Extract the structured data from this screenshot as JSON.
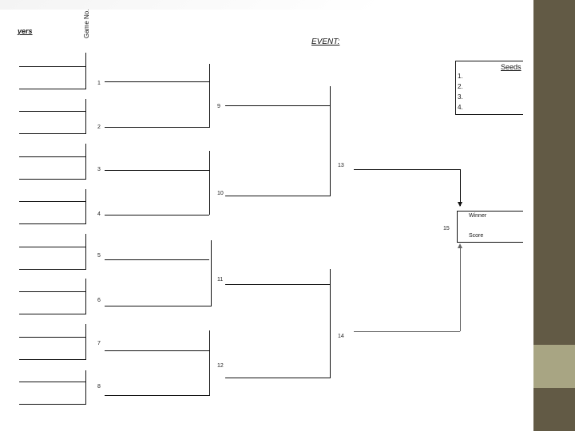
{
  "bracket": {
    "players_header": "yers",
    "game_no_header": "Game No.",
    "event_title": "EVENT:",
    "games": {
      "g1": "1",
      "g2": "2",
      "g3": "3",
      "g4": "4",
      "g5": "5",
      "g6": "6",
      "g7": "7",
      "g8": "8",
      "g9": "9",
      "g10": "10",
      "g11": "11",
      "g12": "12",
      "g13": "13",
      "g14": "14",
      "g15": "15"
    },
    "seeds": {
      "title": "Seeds",
      "items": [
        "1.",
        "2.",
        "3.",
        "4."
      ]
    },
    "final": {
      "winner_label": "Winner",
      "score_label": "Score"
    }
  },
  "colors": {
    "side_bar": "#625a45",
    "side_accent": "#a8a583",
    "line": "#111111"
  }
}
